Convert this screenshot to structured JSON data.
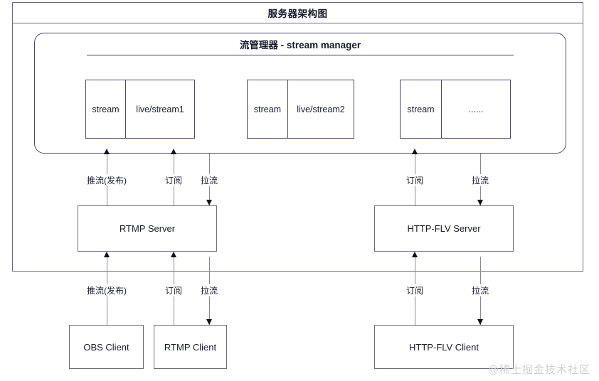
{
  "diagram": {
    "title": "服务器架构图",
    "stream_manager": {
      "title": "流管理器 - stream manager",
      "entries": [
        {
          "key": "stream",
          "value": "live/stream1"
        },
        {
          "key": "stream",
          "value": "live/stream2"
        },
        {
          "key": "stream",
          "value": "......"
        }
      ]
    },
    "nodes": {
      "rtmp_server": "RTMP Server",
      "flv_server": "HTTP-FLV Server",
      "obs_client": "OBS Client",
      "rtmp_client": "RTMP Client",
      "flv_client": "HTTP-FLV Client"
    },
    "edges": {
      "upper": [
        {
          "label": "推流(发布)",
          "direction": "up"
        },
        {
          "label": "订阅",
          "direction": "up"
        },
        {
          "label": "拉流",
          "direction": "down"
        },
        {
          "label": "订阅",
          "direction": "up"
        },
        {
          "label": "拉流",
          "direction": "down"
        }
      ],
      "lower": [
        {
          "label": "推流(发布)",
          "direction": "up"
        },
        {
          "label": "订阅",
          "direction": "up"
        },
        {
          "label": "拉流",
          "direction": "down"
        },
        {
          "label": "订阅",
          "direction": "up"
        },
        {
          "label": "拉流",
          "direction": "down"
        }
      ]
    },
    "watermark": "@稀土掘金技术社区",
    "colors": {
      "box_border": "#6b6b80",
      "inner_border": "#4a4a68",
      "line": "#8a8a8a",
      "arrow": "#111111",
      "text": "#1b1b2b",
      "watermark": "#d0d0d0",
      "background": "#ffffff"
    }
  }
}
